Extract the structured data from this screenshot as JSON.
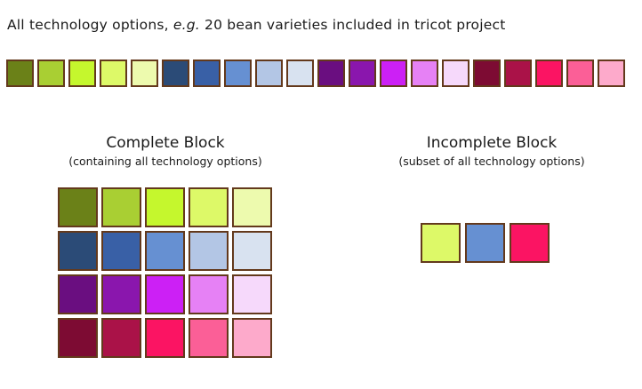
{
  "title": {
    "prefix": "All technology options, ",
    "italic": "e.g.",
    "suffix": " 20 bean varieties included in tricot project"
  },
  "palette": {
    "border_color": "#63391c",
    "options": [
      {
        "name": "green-1",
        "color": "#6B8118"
      },
      {
        "name": "green-2",
        "color": "#A9CF33"
      },
      {
        "name": "green-3",
        "color": "#C5F72D"
      },
      {
        "name": "green-4",
        "color": "#DDF968"
      },
      {
        "name": "green-5",
        "color": "#EDFAAE"
      },
      {
        "name": "blue-1",
        "color": "#2B4B77"
      },
      {
        "name": "blue-2",
        "color": "#3960A6"
      },
      {
        "name": "blue-3",
        "color": "#6690D2"
      },
      {
        "name": "blue-4",
        "color": "#B3C6E5"
      },
      {
        "name": "blue-5",
        "color": "#D8E2F0"
      },
      {
        "name": "purple-1",
        "color": "#6A0E80"
      },
      {
        "name": "purple-2",
        "color": "#8A16AD"
      },
      {
        "name": "purple-3",
        "color": "#CC20F5"
      },
      {
        "name": "purple-4",
        "color": "#E681F5"
      },
      {
        "name": "purple-5",
        "color": "#F6D9FB"
      },
      {
        "name": "pink-1",
        "color": "#7D0B33"
      },
      {
        "name": "pink-2",
        "color": "#AA1248"
      },
      {
        "name": "pink-3",
        "color": "#FB1463"
      },
      {
        "name": "pink-4",
        "color": "#FB5F97"
      },
      {
        "name": "pink-5",
        "color": "#FDAACB"
      }
    ]
  },
  "complete_block": {
    "heading": "Complete Block",
    "subheading": "(containing all technology options)",
    "rows": 4,
    "cols": 5,
    "option_indices": [
      0,
      1,
      2,
      3,
      4,
      5,
      6,
      7,
      8,
      9,
      10,
      11,
      12,
      13,
      14,
      15,
      16,
      17,
      18,
      19
    ]
  },
  "incomplete_block": {
    "heading": "Incomplete Block",
    "subheading": "(subset of all technology options)",
    "option_indices": [
      3,
      7,
      17
    ]
  }
}
